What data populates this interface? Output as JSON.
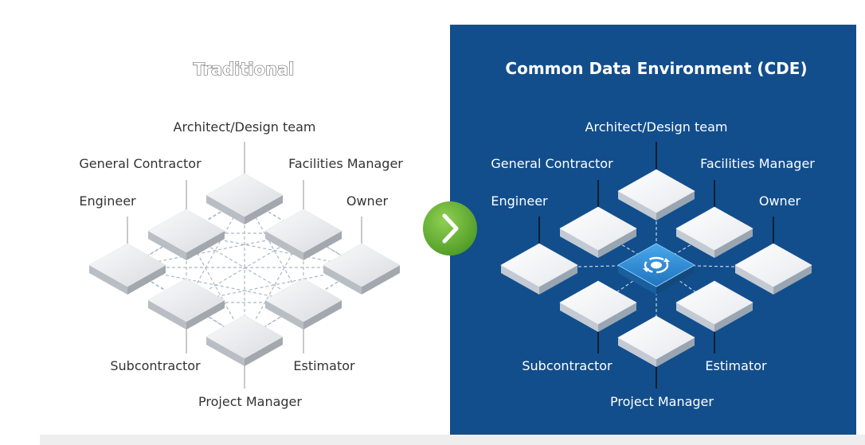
{
  "left_panel": {
    "title": "Traditional"
  },
  "right_panel": {
    "title": "Common Data Environment (CDE)"
  },
  "labels": {
    "architect": "Architect/Design team",
    "general_contractor": "General Contractor",
    "facilities_manager": "Facilities Manager",
    "engineer": "Engineer",
    "owner": "Owner",
    "subcontractor": "Subcontractor",
    "estimator": "Estimator",
    "project_manager": "Project Manager"
  },
  "colors": {
    "cde_background": "#124e8c",
    "arrow_green": "#6cb33f",
    "hub_blue": "#2f8fd6"
  },
  "icons": {
    "arrow": "chevron-right-icon",
    "hub": "sync-icon"
  }
}
